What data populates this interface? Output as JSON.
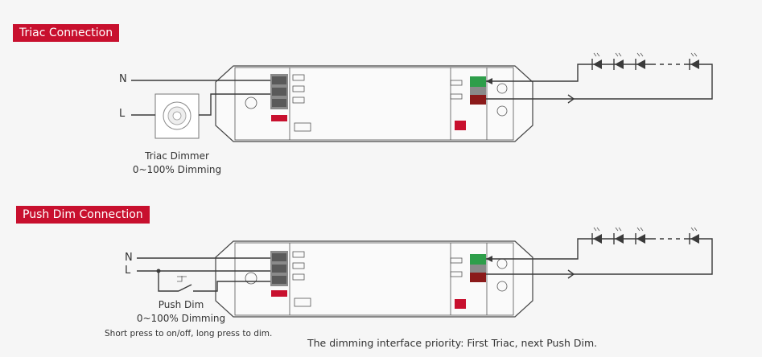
{
  "sections": {
    "triac": {
      "title": "Triac Connection",
      "neutral_label": "N",
      "line_label": "L",
      "device_caption_1": "Triac Dimmer",
      "device_caption_2": "0~100% Dimming"
    },
    "pushdim": {
      "title": "Push Dim Connection",
      "neutral_label": "N",
      "line_label": "L",
      "device_caption_1": "Push Dim",
      "device_caption_2": "0~100% Dimming",
      "usage_note": "Short press to on/off, long press to dim."
    }
  },
  "priority_note": "The dimming interface priority: First Triac, next Push Dim.",
  "colors": {
    "brand_red": "#c8102e",
    "terminal_green": "#2e9e4a",
    "wire": "#3a3a3a"
  }
}
